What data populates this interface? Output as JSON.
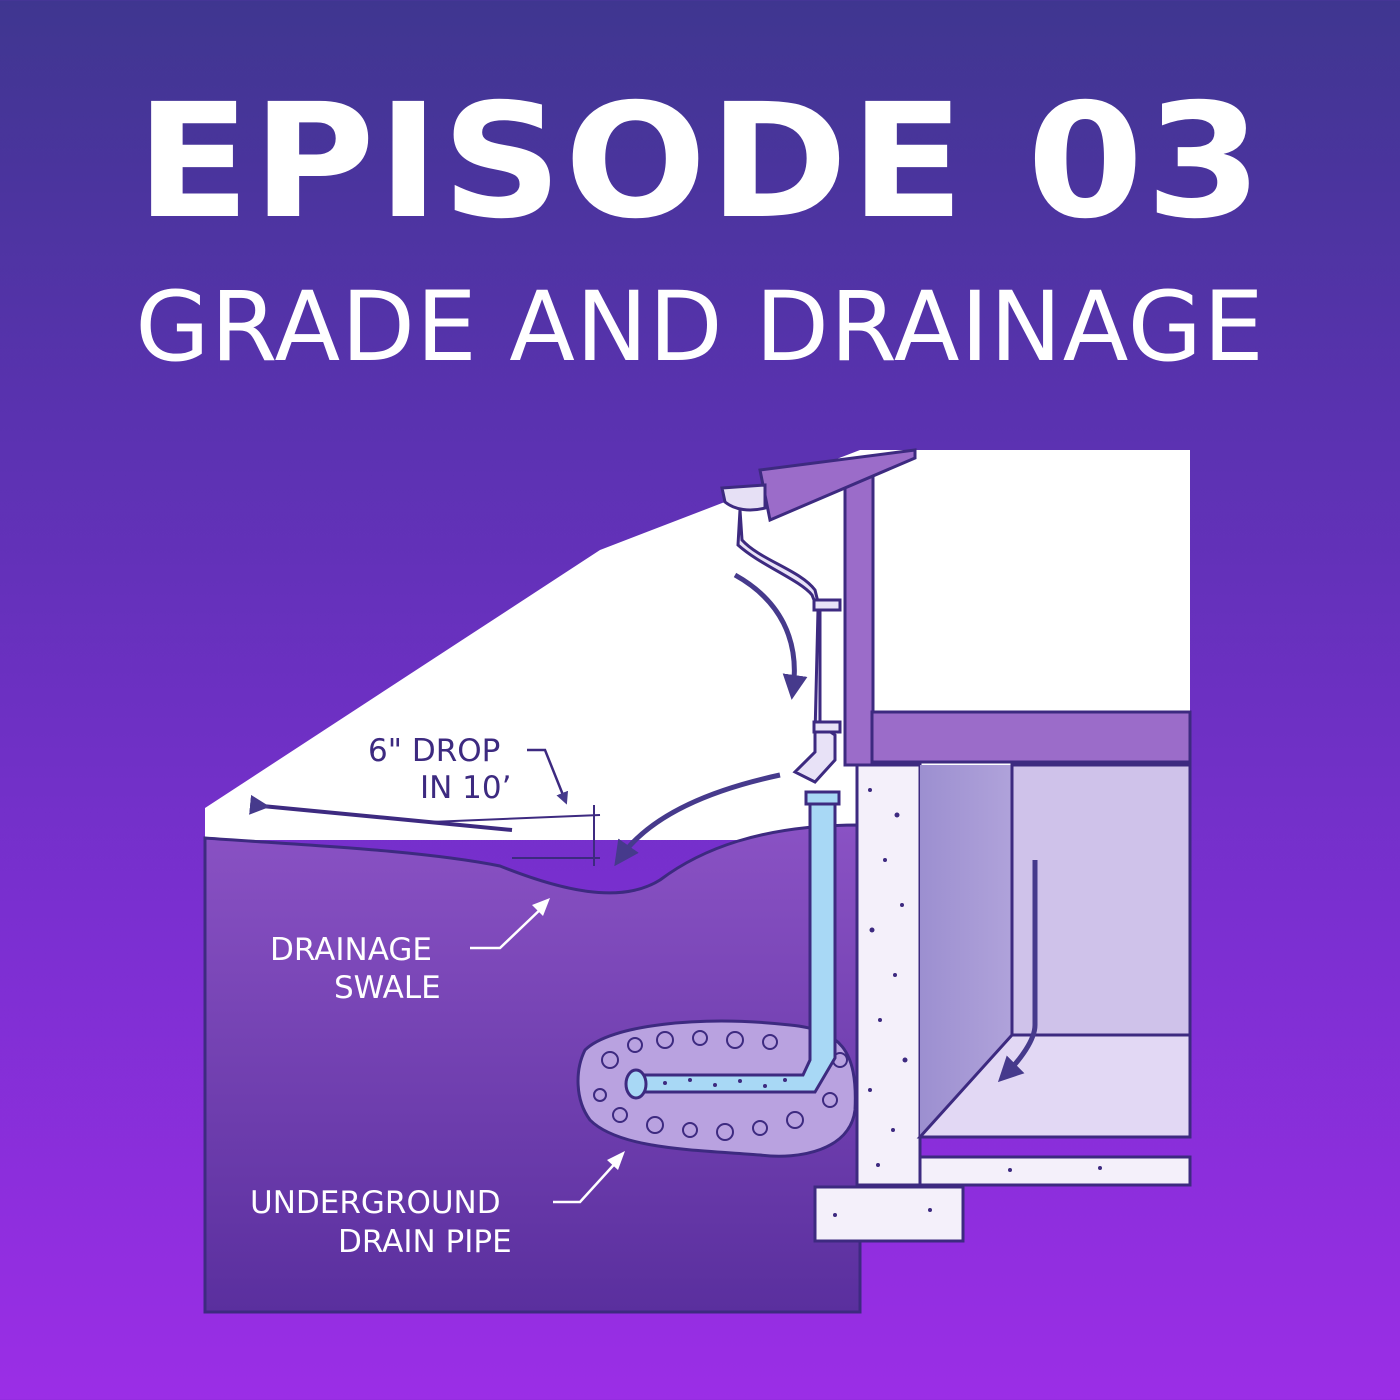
{
  "header": {
    "title": "EPISODE 03",
    "subtitle": "GRADE AND DRAINAGE"
  },
  "diagram": {
    "labels": {
      "drop_line1": "6\" DROP",
      "drop_line2": "IN 10’",
      "swale_line1": "DRAINAGE",
      "swale_line2": "SWALE",
      "pipe_line1": "UNDERGROUND",
      "pipe_line2": "DRAIN PIPE"
    },
    "colors": {
      "soil": "#6e3db3",
      "outline": "#3d2a80",
      "pipe": "#a8d8f5",
      "wall": "#9b6cc9",
      "foundation": "#f4f0fa",
      "basement": "#c8b8e6"
    }
  }
}
